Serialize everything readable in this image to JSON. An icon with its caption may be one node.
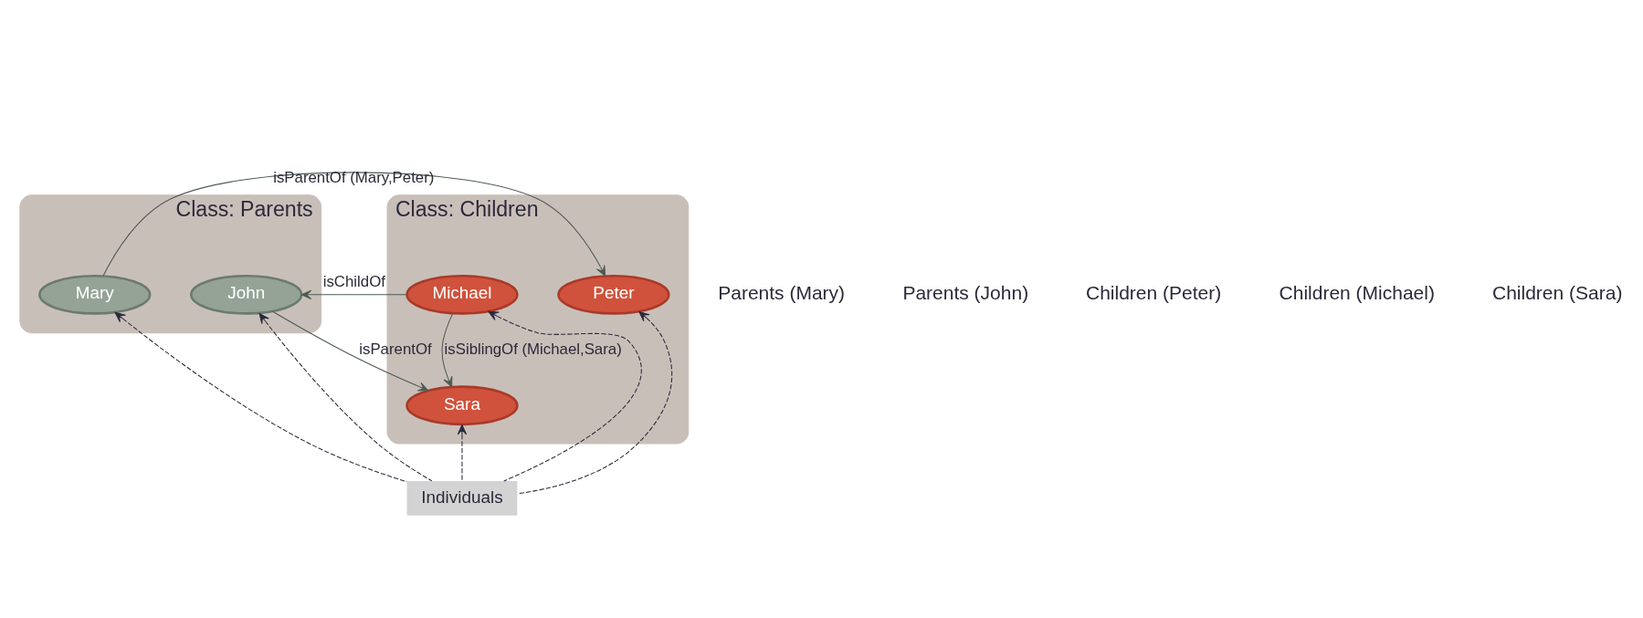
{
  "diagram": {
    "nodes": [
      {
        "text": [
          "Class: Parents"
        ]
      },
      {
        "text": [
          "Mary"
        ],
        "in": 0
      },
      {
        "text": [
          "John"
        ],
        "in": 0
      },
      {
        "text": [
          "Class: Children"
        ]
      },
      {
        "text": [
          "Peter"
        ],
        "in": 3
      },
      {
        "text": [
          "Michael"
        ],
        "in": 3
      },
      {
        "text": [
          "Sara"
        ],
        "in": 3
      },
      {
        "text": [
          "Individuals"
        ]
      }
    ],
    "edges": [
      {
        "from": 1,
        "to": 4,
        "arrow": "to",
        "label": "isParentOf (Mary,Peter)",
        "color": "#4d5a52"
      },
      {
        "from": 2,
        "to": 6,
        "arrow": "to",
        "label": "isParentOf",
        "color": "#4d5a52"
      },
      {
        "from": 5,
        "to": 2,
        "arrow": "to",
        "label": "isChildOf",
        "color": "#4d5a52"
      },
      {
        "from": 5,
        "to": 6,
        "arrow": "to",
        "label": "isSiblingOf (Michael,Sara)",
        "color": "#4d5a52"
      },
      {
        "from": 7,
        "to": 1,
        "arrow": "to",
        "style": "dashed"
      },
      {
        "from": 7,
        "to": 2,
        "arrow": "to",
        "style": "dashed"
      },
      {
        "from": 7,
        "to": 4,
        "arrow": "to",
        "style": "dashed"
      },
      {
        "from": 7,
        "to": 5,
        "arrow": "to",
        "style": "dashed"
      },
      {
        "from": 7,
        "to": 6,
        "arrow": "to",
        "style": "dashed"
      }
    ],
    "labels": [
      "Parents (Mary)",
      "Parents (John)",
      "Children (Peter)",
      "Children (Michael)",
      "Children (Sara)"
    ]
  }
}
